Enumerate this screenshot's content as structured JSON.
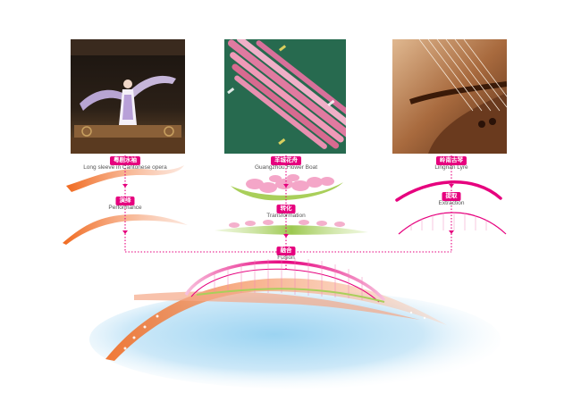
{
  "sources": [
    {
      "title_cn": "粤剧水袖",
      "title_en": "Long sleeve in Cantonese opera"
    },
    {
      "title_cn": "羊城花舟",
      "title_en": "Guangzhou Flower Boat"
    },
    {
      "title_cn": "岭南古琴",
      "title_en": "Lingnan Lyre"
    }
  ],
  "processes": [
    {
      "label_cn": "演绎",
      "label_en": "Performance"
    },
    {
      "label_cn": "转化",
      "label_en": "Transformation"
    },
    {
      "label_cn": "提取",
      "label_en": "Extraction"
    }
  ],
  "result": {
    "label_cn": "融合",
    "label_en": "Fusion"
  },
  "colors": {
    "accent": "#e6007e",
    "orange": "#f07030",
    "water": "#bfe3f5",
    "green": "#a9cf5a"
  },
  "icons": [
    "opera-dancer-photo",
    "flower-boat-photo",
    "lyre-photo",
    "bridge-icon"
  ]
}
